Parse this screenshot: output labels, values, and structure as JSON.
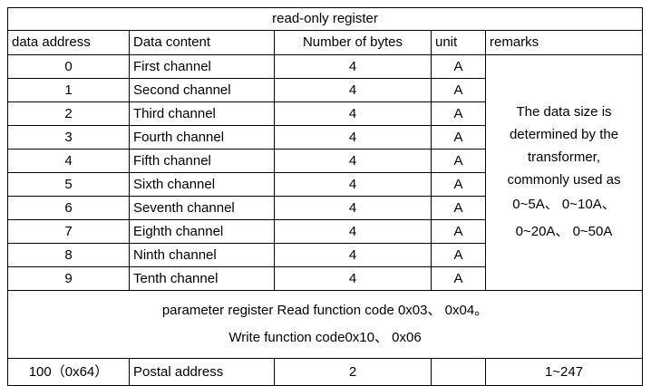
{
  "table": {
    "title": "read-only register",
    "headers": {
      "data_address": "data address",
      "data_content": "Data content",
      "number_of_bytes": "Number of bytes",
      "unit": "unit",
      "remarks": "remarks"
    },
    "rows": [
      {
        "address": "0",
        "content": "First channel",
        "bytes": "4",
        "unit": "A"
      },
      {
        "address": "1",
        "content": "Second channel",
        "bytes": "4",
        "unit": "A"
      },
      {
        "address": "2",
        "content": "Third channel",
        "bytes": "4",
        "unit": "A"
      },
      {
        "address": "3",
        "content": "Fourth channel",
        "bytes": "4",
        "unit": "A"
      },
      {
        "address": "4",
        "content": "Fifth channel",
        "bytes": "4",
        "unit": "A"
      },
      {
        "address": "5",
        "content": "Sixth channel",
        "bytes": "4",
        "unit": "A"
      },
      {
        "address": "6",
        "content": "Seventh channel",
        "bytes": "4",
        "unit": "A"
      },
      {
        "address": "7",
        "content": "Eighth channel",
        "bytes": "4",
        "unit": "A"
      },
      {
        "address": "8",
        "content": "Ninth channel",
        "bytes": "4",
        "unit": "A"
      },
      {
        "address": "9",
        "content": "Tenth channel",
        "bytes": "4",
        "unit": "A"
      }
    ],
    "remarks_note": {
      "line1": "The data size is",
      "line2": "determined by the",
      "line3": "transformer,",
      "line4": "commonly used as",
      "line5": "0~5A、 0~10A、",
      "line6": "0~20A、 0~50A"
    },
    "parameter_register_note": {
      "line1": "parameter register  Read function code 0x03、 0x04。",
      "line2": "Write function code0x10、 0x06"
    },
    "postal_row": {
      "address": "100（0x64）",
      "content": "Postal address",
      "bytes": "2",
      "unit": "",
      "remarks": "1~247"
    }
  },
  "colors": {
    "border": "#000000",
    "background": "#ffffff",
    "text": "#000000"
  }
}
